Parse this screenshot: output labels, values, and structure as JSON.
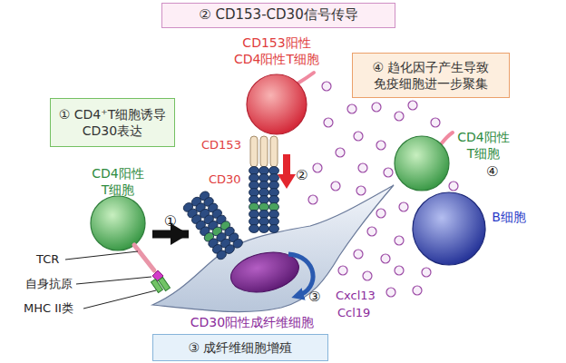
{
  "diagram": {
    "nodes": [
      {
        "text": [
          "② CD153-CD30信号传导"
        ]
      },
      {
        "text": [
          "CD153阳性 CD4阳性T细胞"
        ]
      },
      {
        "text": [
          "④ 趋化因子产生导致 免疫细胞进一步聚集"
        ]
      },
      {
        "text": [
          "① CD4⁺T细胞诱导 CD30表达"
        ]
      },
      {
        "text": [
          "CD4阳性 T细胞"
        ]
      },
      {
        "text": [
          "CD4阳性 T细胞"
        ]
      },
      {
        "text": [
          "B细胞"
        ]
      },
      {
        "text": [
          "CD30阳性成纤维细胞"
        ]
      },
      {
        "text": [
          "③ 成纤维细胞增殖"
        ]
      }
    ],
    "edges": [
      {
        "from": 5,
        "to": 7,
        "arrow": "to",
        "label": "①"
      }
    ],
    "labels": [
      "CD153",
      "CD30",
      "②",
      "③",
      "④",
      "TCR",
      "自身抗原",
      "MHC II类",
      "Cxcl13",
      "Ccl19"
    ]
  }
}
